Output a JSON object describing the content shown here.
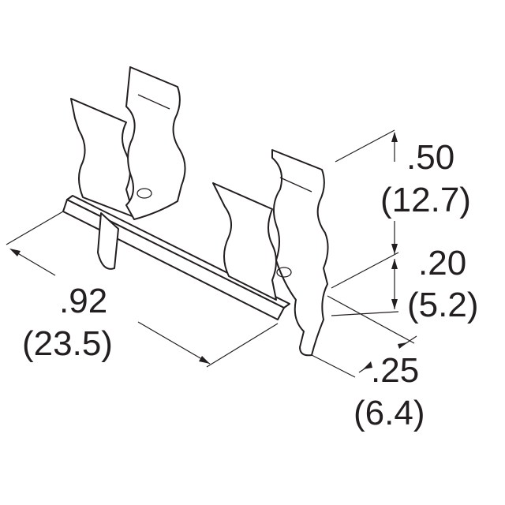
{
  "dimensions": {
    "height_upper": {
      "inch": ".50",
      "mm": "(12.7)"
    },
    "height_lower": {
      "inch": ".20",
      "mm": "(5.2)"
    },
    "length": {
      "inch": ".92",
      "mm": "(23.5)"
    },
    "width": {
      "inch": ".25",
      "mm": "(6.4)"
    }
  },
  "colors": {
    "line": "#231f20",
    "background": "#ffffff"
  }
}
